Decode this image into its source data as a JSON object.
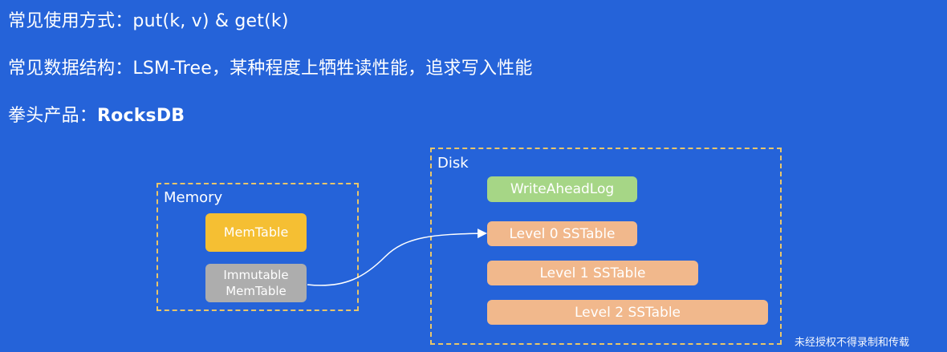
{
  "text": {
    "line1": "常见使用方式：put(k, v) & get(k)",
    "line2": "常见数据结构：LSM-Tree，某种程度上牺牲读性能，追求写入性能",
    "line3_prefix": "拳头产品：",
    "line3_product": "RocksDB"
  },
  "diagram": {
    "memory": {
      "label": "Memory",
      "memtable": "MemTable",
      "immutable_line1": "Immutable",
      "immutable_line2": "MemTable"
    },
    "disk": {
      "label": "Disk",
      "wal": "WriteAheadLog",
      "level0": "Level 0 SSTable",
      "level1": "Level 1 SSTable",
      "level2": "Level 2 SSTable"
    }
  },
  "watermark": "未经授权不得录制和传载",
  "colors": {
    "background": "#2563d9",
    "dashed_border": "#e8c56a",
    "memtable": "#f5bf33",
    "immutable": "#adadad",
    "wal": "#a6d686",
    "sstable": "#f1b88c"
  }
}
